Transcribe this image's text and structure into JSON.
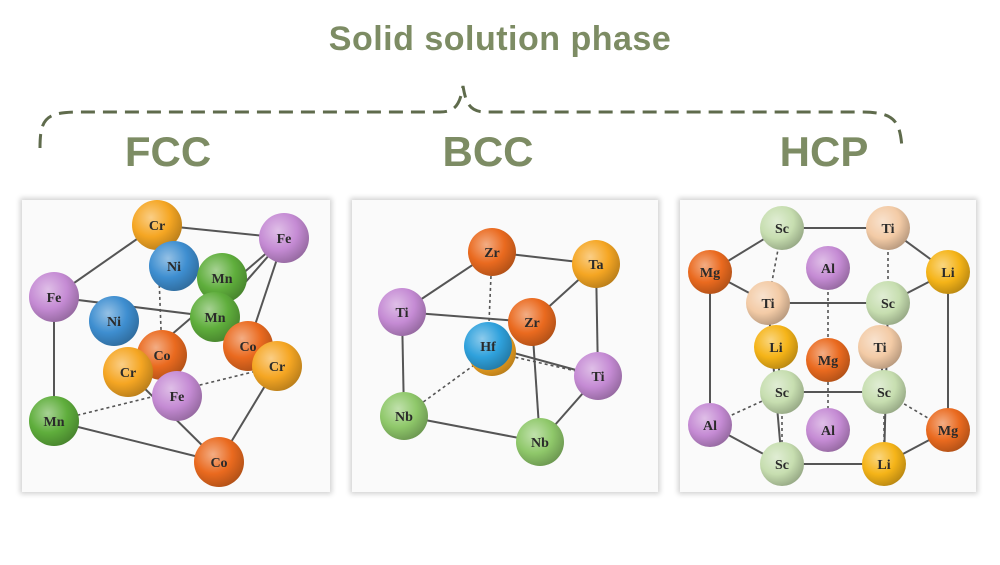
{
  "title": "Solid solution phase",
  "colors": {
    "label": "#7d8c64",
    "Cr": "#f5a623",
    "Ni": "#3e8ed0",
    "Mn": "#5fae3c",
    "Fe": "#c58bd4",
    "Co": "#ea6a1f",
    "Zr": "#ea6a1f",
    "Ta": "#f5a623",
    "Ti_bcc": "#c58bd4",
    "Hf": "#2fa1dc",
    "Nb": "#8fc86a",
    "Sc": "#c7deb0",
    "Ti_hcp": "#f3cba6",
    "Al": "#c58bd4",
    "Mg": "#ea6a1f",
    "Li": "#f5b418"
  },
  "structures": [
    {
      "label": "FCC",
      "atoms": [
        {
          "el": "Cr",
          "text": "Cr"
        },
        {
          "el": "Fe",
          "text": "Fe"
        },
        {
          "el": "Ni",
          "text": "Ni"
        },
        {
          "el": "Mn",
          "text": "Mn"
        },
        {
          "el": "Fe",
          "text": "Fe"
        },
        {
          "el": "Mn",
          "text": "Mn"
        },
        {
          "el": "Ni",
          "text": "Ni"
        },
        {
          "el": "Co",
          "text": "Co"
        },
        {
          "el": "Co",
          "text": "Co"
        },
        {
          "el": "Cr",
          "text": "Cr"
        },
        {
          "el": "Cr",
          "text": "Cr"
        },
        {
          "el": "Fe",
          "text": "Fe"
        },
        {
          "el": "Mn",
          "text": "Mn"
        },
        {
          "el": "Co",
          "text": "Co"
        }
      ]
    },
    {
      "label": "BCC",
      "atoms": [
        {
          "el": "Zr",
          "text": "Zr"
        },
        {
          "el": "Ta",
          "text": "Ta"
        },
        {
          "el": "Ti_bcc",
          "text": "Ti"
        },
        {
          "el": "Ta",
          "text": "Ta"
        },
        {
          "el": "Hf",
          "text": "Hf"
        },
        {
          "el": "Zr",
          "text": "Zr"
        },
        {
          "el": "Ti_bcc",
          "text": "Ti"
        },
        {
          "el": "Nb",
          "text": "Nb"
        },
        {
          "el": "Nb",
          "text": "Nb"
        }
      ]
    },
    {
      "label": "HCP",
      "atoms": [
        {
          "el": "Sc",
          "text": "Sc"
        },
        {
          "el": "Ti_hcp",
          "text": "Ti"
        },
        {
          "el": "Al",
          "text": "Al"
        },
        {
          "el": "Mg",
          "text": "Mg"
        },
        {
          "el": "Li",
          "text": "Li"
        },
        {
          "el": "Ti_hcp",
          "text": "Ti"
        },
        {
          "el": "Sc",
          "text": "Sc"
        },
        {
          "el": "Ti_hcp",
          "text": "Ti"
        },
        {
          "el": "Li",
          "text": "Li"
        },
        {
          "el": "Mg",
          "text": "Mg"
        },
        {
          "el": "Sc",
          "text": "Sc"
        },
        {
          "el": "Sc",
          "text": "Sc"
        },
        {
          "el": "Al",
          "text": "Al"
        },
        {
          "el": "Al",
          "text": "Al"
        },
        {
          "el": "Mg",
          "text": "Mg"
        },
        {
          "el": "Sc",
          "text": "Sc"
        },
        {
          "el": "Li",
          "text": "Li"
        }
      ]
    }
  ]
}
